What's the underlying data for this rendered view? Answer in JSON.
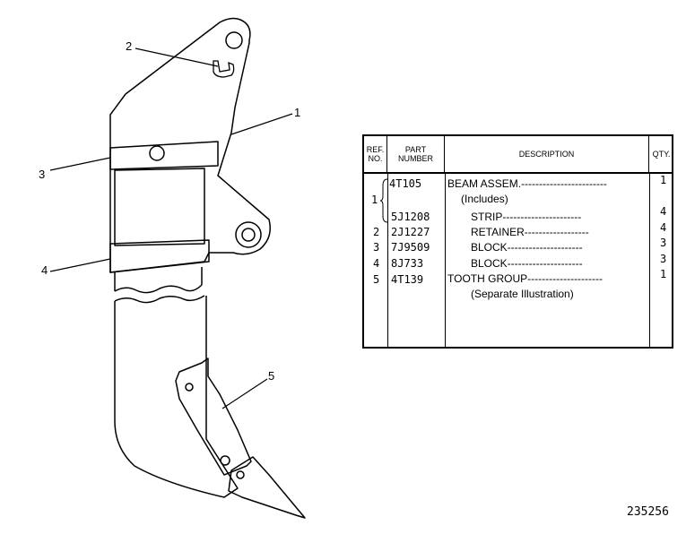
{
  "callouts": [
    "1",
    "2",
    "3",
    "4",
    "5"
  ],
  "table": {
    "headers": {
      "ref": "REF.\nNO.",
      "part": "PART\nNUMBER",
      "description": "DESCRIPTION",
      "qty": "QTY."
    },
    "rows": [
      {
        "ref": "1",
        "part": "4T105",
        "desc": "BEAM ASSEM.------------------------",
        "qty": "1"
      },
      {
        "ref": "",
        "part": "",
        "desc": "(Includes)",
        "qty": ""
      },
      {
        "ref": "",
        "part": "5J1208",
        "desc": "STRIP----------------------",
        "qty": "4"
      },
      {
        "ref": "2",
        "part": "2J1227",
        "desc": "RETAINER------------------",
        "qty": "4"
      },
      {
        "ref": "3",
        "part": "7J9509",
        "desc": "BLOCK---------------------",
        "qty": "3"
      },
      {
        "ref": "4",
        "part": "8J733",
        "desc": "BLOCK---------------------",
        "qty": "3"
      },
      {
        "ref": "5",
        "part": "4T139",
        "desc": "TOOTH GROUP---------------------",
        "qty": "1"
      },
      {
        "ref": "",
        "part": "",
        "desc": "(Separate Illustration)",
        "qty": ""
      }
    ]
  },
  "drawing_number": "235256"
}
